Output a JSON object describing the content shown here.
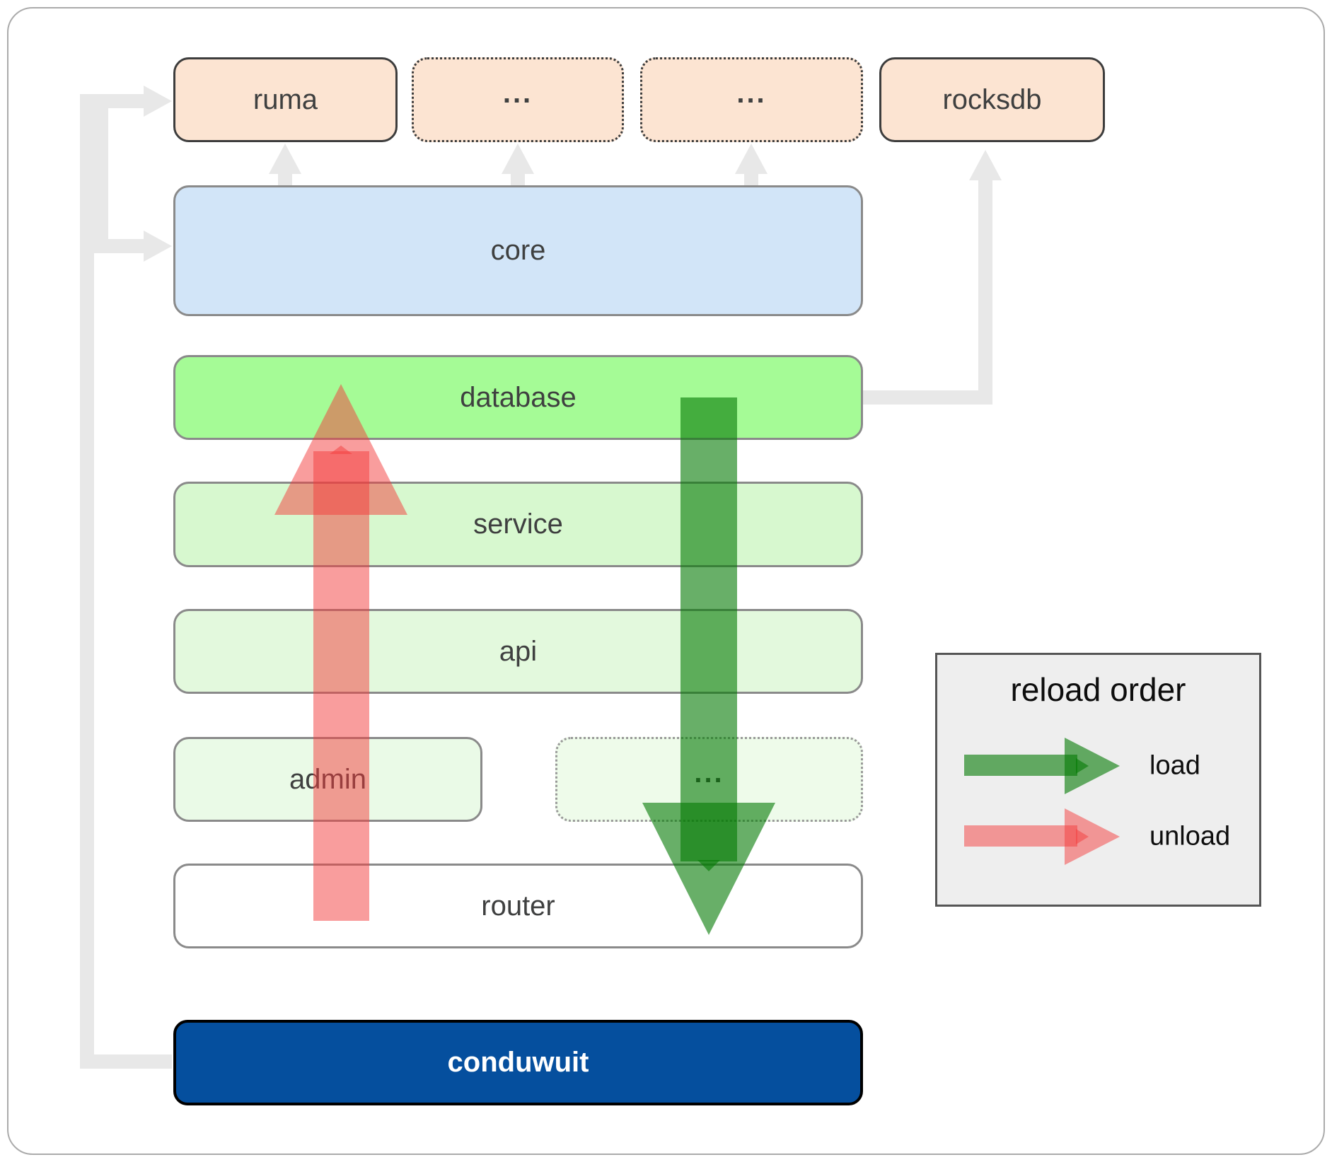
{
  "boxes": {
    "ruma": "ruma",
    "ellipsis1": "...",
    "ellipsis2": "...",
    "rocksdb": "rocksdb",
    "core": "core",
    "database": "database",
    "service": "service",
    "api": "api",
    "admin": "admin",
    "ellipsis3": "...",
    "router": "router",
    "conduwuit": "conduwuit"
  },
  "legend": {
    "title": "reload order",
    "items": [
      {
        "label": "load",
        "arrow_color": "#147d14"
      },
      {
        "label": "unload",
        "arrow_color": "#f33b3b"
      }
    ]
  },
  "colors": {
    "peach_box": "#fce4d2",
    "core_blue": "#d2e5f8",
    "database_green": "#a5fb96",
    "service_green": "#d7f8cf",
    "api_green": "#e3f9dd",
    "admin_green": "#eafae7",
    "router_white": "#ffffff",
    "conduwuit_blue": "#054f9e",
    "connector_gray": "#e8e8e8",
    "load_arrow": "rgba(3,122,3,0.6)",
    "unload_arrow": "rgba(243,59,59,0.5)",
    "legend_bg": "#eeeeee",
    "label_text": "#3f4040"
  }
}
